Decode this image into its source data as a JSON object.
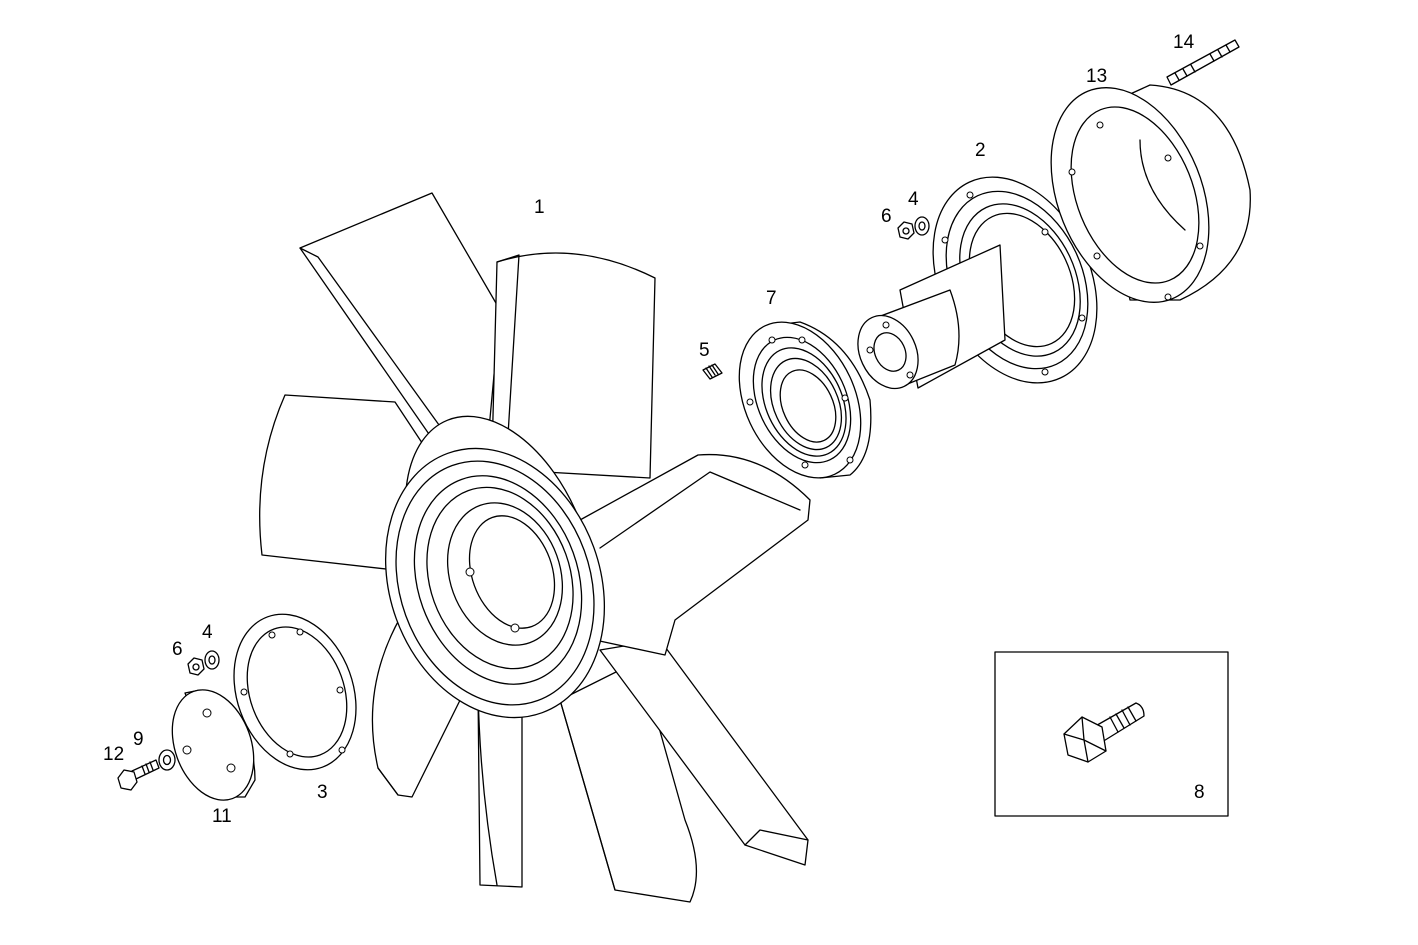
{
  "figure": {
    "background": "#ffffff",
    "line_color": "#000000"
  },
  "callouts": {
    "c1": "1",
    "c2": "2",
    "c3": "3",
    "c4a": "4",
    "c4b": "4",
    "c5": "5",
    "c6a": "6",
    "c6b": "6",
    "c7": "7",
    "c8": "8",
    "c9": "9",
    "c11": "11",
    "c12": "12",
    "c13": "13",
    "c14": "14"
  }
}
